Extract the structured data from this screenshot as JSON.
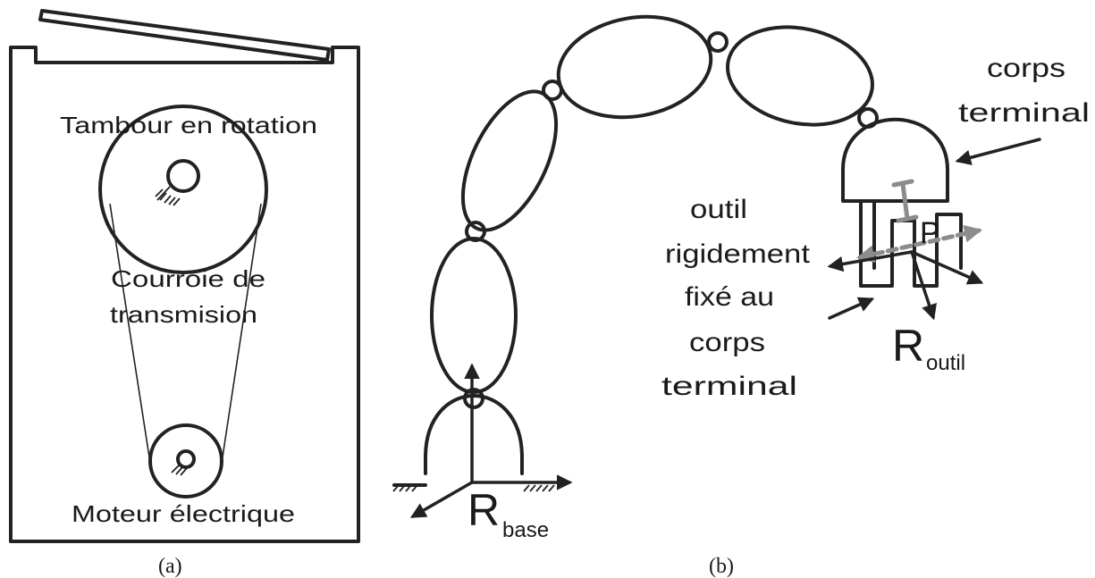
{
  "panel_a": {
    "drum_label": "Tambour en rotation",
    "belt_label_line1": "Courroie de",
    "belt_label_line2": "transmision",
    "motor_label": "Moteur électrique",
    "caption": "(a)"
  },
  "panel_b": {
    "end_body_line1": "corps",
    "end_body_line2": "terminal",
    "tool_line1": "outil",
    "tool_line2": "rigidement",
    "tool_line3": "fixé au",
    "tool_line4": "corps",
    "tool_line5": "terminal",
    "frame_base_main": "R",
    "frame_base_sub": "base",
    "frame_tool_main": "R",
    "frame_tool_sub": "outil",
    "tool_point": "P",
    "caption": "(b)"
  }
}
